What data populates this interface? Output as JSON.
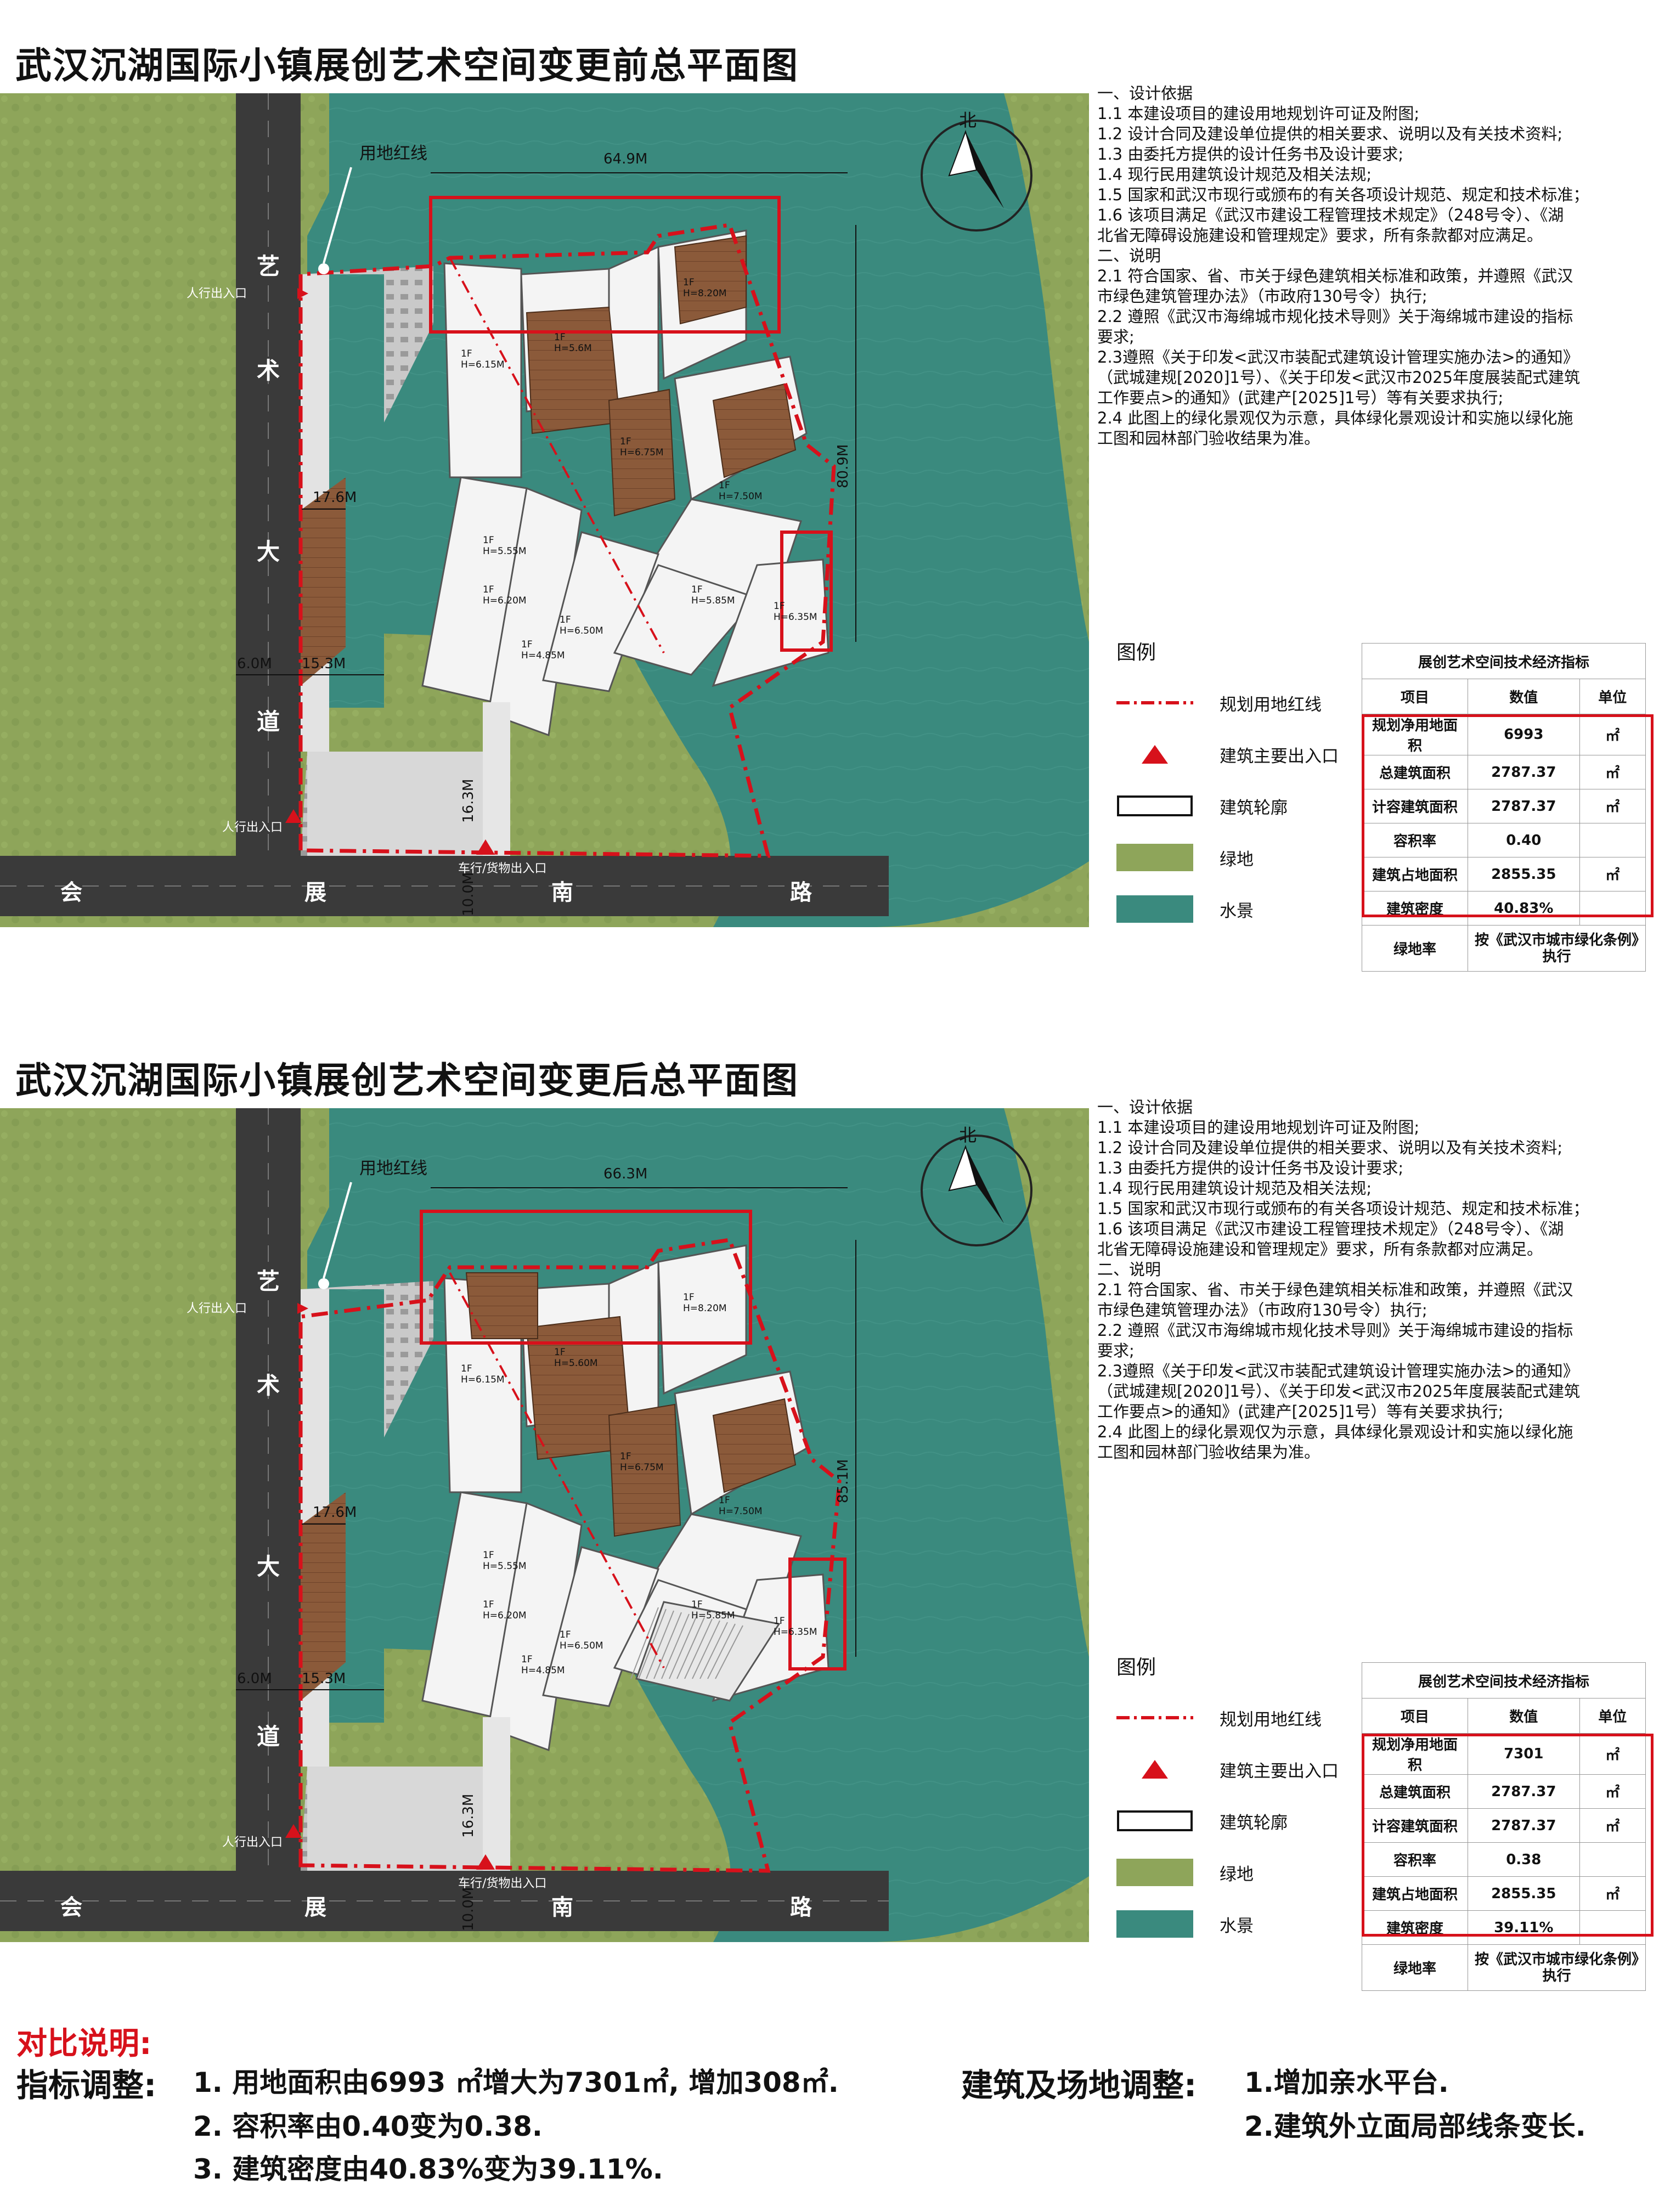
{
  "title_before": "武汉沉湖国际小镇展创艺术空间变更前总平面图",
  "title_after": "武汉沉湖国际小镇展创艺术空间变更后总平面图",
  "map_labels": {
    "redline_label": "用地红线",
    "road_west": [
      "艺",
      "术",
      "大",
      "道"
    ],
    "road_south": [
      "会",
      "展",
      "南",
      "路"
    ],
    "ped_entrance": "人行出入口",
    "vehicle_entrance": "车行/货物出入口",
    "dim_width_before": "64.9M",
    "dim_width_after": "66.3M",
    "dim_height_before": "80.9M",
    "dim_height_after": "85.1M",
    "dim_17_6": "17.6M",
    "dim_15_3": "15.3M",
    "dim_6_0": "6.0M",
    "dim_16_3": "16.3M",
    "dim_10_0": "10.0M",
    "north": "北",
    "height_tags_before": [
      "1F\nH=6.15M",
      "1F\nH=5.6M",
      "1F\nH=8.20M",
      "1F\nH=6.75M",
      "1F\nH=7.50M",
      "1F\nH=5.55M",
      "1F\nH=6.20M",
      "1F\nH=6.50M",
      "1F\nH=4.85M",
      "1F\nH=5.85M",
      "1F\nH=6.35M"
    ],
    "height_tags_after": [
      "1F\nH=6.15M",
      "1F\nH=5.60M",
      "1F\nH=8.20M",
      "1F\nH=6.75M",
      "1F\nH=7.50M",
      "1F\nH=5.55M",
      "1F\nH=6.20M",
      "1F\nH=6.50M",
      "1F\nH=4.85M",
      "1F\nH=5.85M",
      "1F\nH=6.35M"
    ]
  },
  "notes": [
    "一、设计依据",
    "1.1 本建设项目的建设用地规划许可证及附图;",
    "1.2 设计合同及建设单位提供的相关要求、说明以及有关技术资料;",
    "1.3 由委托方提供的设计任务书及设计要求;",
    "1.4 现行民用建筑设计规范及相关法规;",
    "1.5 国家和武汉市现行或颁布的有关各项设计规范、规定和技术标准；",
    "1.6 该项目满足《武汉市建设工程管理技术规定》（248号令）、《湖",
    "北省无障碍设施建设和管理规定》要求，所有条款都对应满足。",
    "二、说明",
    "2.1 符合国家、省、市关于绿色建筑相关标准和政策，并遵照《武汉",
    "市绿色建筑管理办法》（市政府130号令）执行;",
    "2.2 遵照《武汉市海绵城市规化技术导则》关于海绵城市建设的指标",
    "要求;",
    "2.3遵照《关于印发<武汉市装配式建筑设计管理实施办法>的通知》",
    "（武城建规[2020]1号）、《关于印发<武汉市2025年度展装配式建筑",
    "工作要点>的通知》(武建产[2025]1号）等有关要求执行;",
    "2.4 此图上的绿化景观仅为示意，具体绿化景观设计和实施以绿化施",
    "工图和园林部门验收结果为准。"
  ],
  "legend": {
    "heading": "图例",
    "items": [
      "规划用地红线",
      "建筑主要出入口",
      "建筑轮廓",
      "绿地",
      "水景"
    ]
  },
  "colors": {
    "water": "#3a8a7e",
    "lawn": "#8ea55a",
    "road": "#3a3a3a",
    "redline": "#d7111b",
    "wood": "#8b5a3a"
  },
  "table_before": {
    "caption": "展创艺术空间技术经济指标",
    "headers": [
      "项目",
      "数值",
      "单位"
    ],
    "rows": [
      [
        "规划净用地面积",
        "6993",
        "㎡"
      ],
      [
        "总建筑面积",
        "2787.37",
        "㎡"
      ],
      [
        "计容建筑面积",
        "2787.37",
        "㎡"
      ],
      [
        "容积率",
        "0.40",
        ""
      ],
      [
        "建筑占地面积",
        "2855.35",
        "㎡"
      ],
      [
        "建筑密度",
        "40.83%",
        ""
      ],
      [
        "绿地率",
        "按《武汉市城市绿化条例》执行",
        ""
      ]
    ]
  },
  "table_after": {
    "caption": "展创艺术空间技术经济指标",
    "headers": [
      "项目",
      "数值",
      "单位"
    ],
    "rows": [
      [
        "规划净用地面积",
        "7301",
        "㎡"
      ],
      [
        "总建筑面积",
        "2787.37",
        "㎡"
      ],
      [
        "计容建筑面积",
        "2787.37",
        "㎡"
      ],
      [
        "容积率",
        "0.38",
        ""
      ],
      [
        "建筑占地面积",
        "2855.35",
        "㎡"
      ],
      [
        "建筑密度",
        "39.11%",
        ""
      ],
      [
        "绿地率",
        "按《武汉市城市绿化条例》执行",
        ""
      ]
    ]
  },
  "comparison": {
    "heading": "对比说明:",
    "index_label": "指标调整:",
    "index_items": [
      "1. 用地面积由6993 ㎡增大为7301㎡, 增加308㎡.",
      "2. 容积率由0.40变为0.38.",
      "3. 建筑密度由40.83%变为39.11%."
    ],
    "build_label": "建筑及场地调整:",
    "build_items": [
      "1.增加亲水平台.",
      "2.建筑外立面局部线条变长."
    ]
  }
}
